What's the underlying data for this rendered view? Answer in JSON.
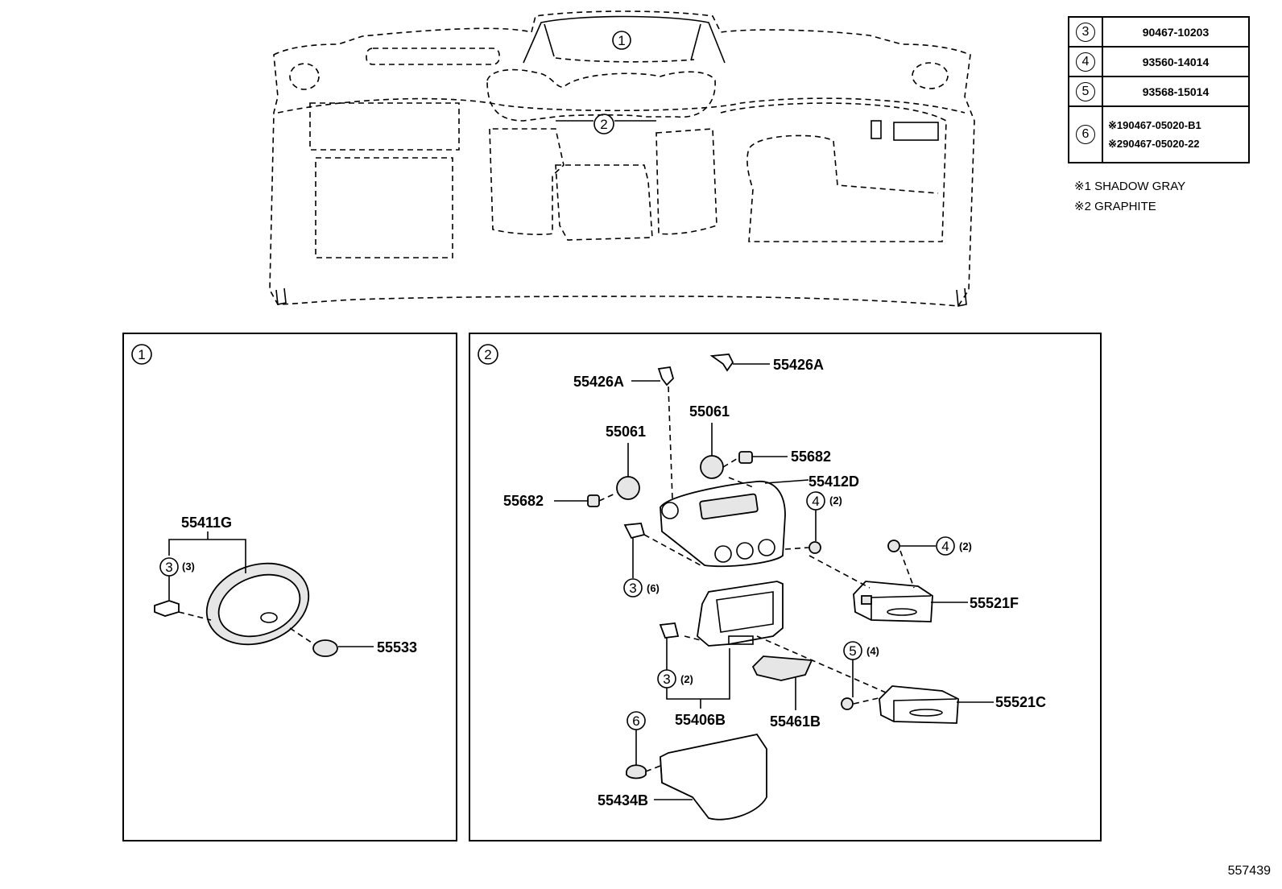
{
  "legend": {
    "rows": [
      {
        "circle": "3",
        "part": "90467-10203"
      },
      {
        "circle": "4",
        "part": "93560-14014"
      },
      {
        "circle": "5",
        "part": "93568-15014"
      },
      {
        "circle": "6",
        "lines": [
          "※190467-05020-B1",
          "※290467-05020-22"
        ]
      }
    ],
    "notes": [
      "※1 SHADOW GRAY",
      "※2 GRAPHITE"
    ]
  },
  "overview": {
    "marker1": "1",
    "marker2": "2"
  },
  "panel1": {
    "header": "1",
    "labels": {
      "bezel": "55411G",
      "clip_circle": "3",
      "clip_qty": "(3)",
      "cap": "55533"
    }
  },
  "panel2": {
    "header": "2",
    "labels": {
      "bracket_right": "55426A",
      "bracket_left": "55426A",
      "knob_right": "55061",
      "knob_left": "55061",
      "nut_right": "55682",
      "nut_left": "55682",
      "cluster": "55412D",
      "screw4a_circle": "4",
      "screw4a_qty": "(2)",
      "screw4b_circle": "4",
      "screw4b_qty": "(2)",
      "clip3a_circle": "3",
      "clip3a_qty": "(6)",
      "pocket_upper": "55521F",
      "screw5_circle": "5",
      "screw5_qty": "(4)",
      "clip3b_circle": "3",
      "clip3b_qty": "(2)",
      "lower_panel": "55406B",
      "tray": "55461B",
      "pocket_lower": "55521C",
      "clip6_circle": "6",
      "cover": "55434B"
    }
  },
  "diagram_code": "557439"
}
